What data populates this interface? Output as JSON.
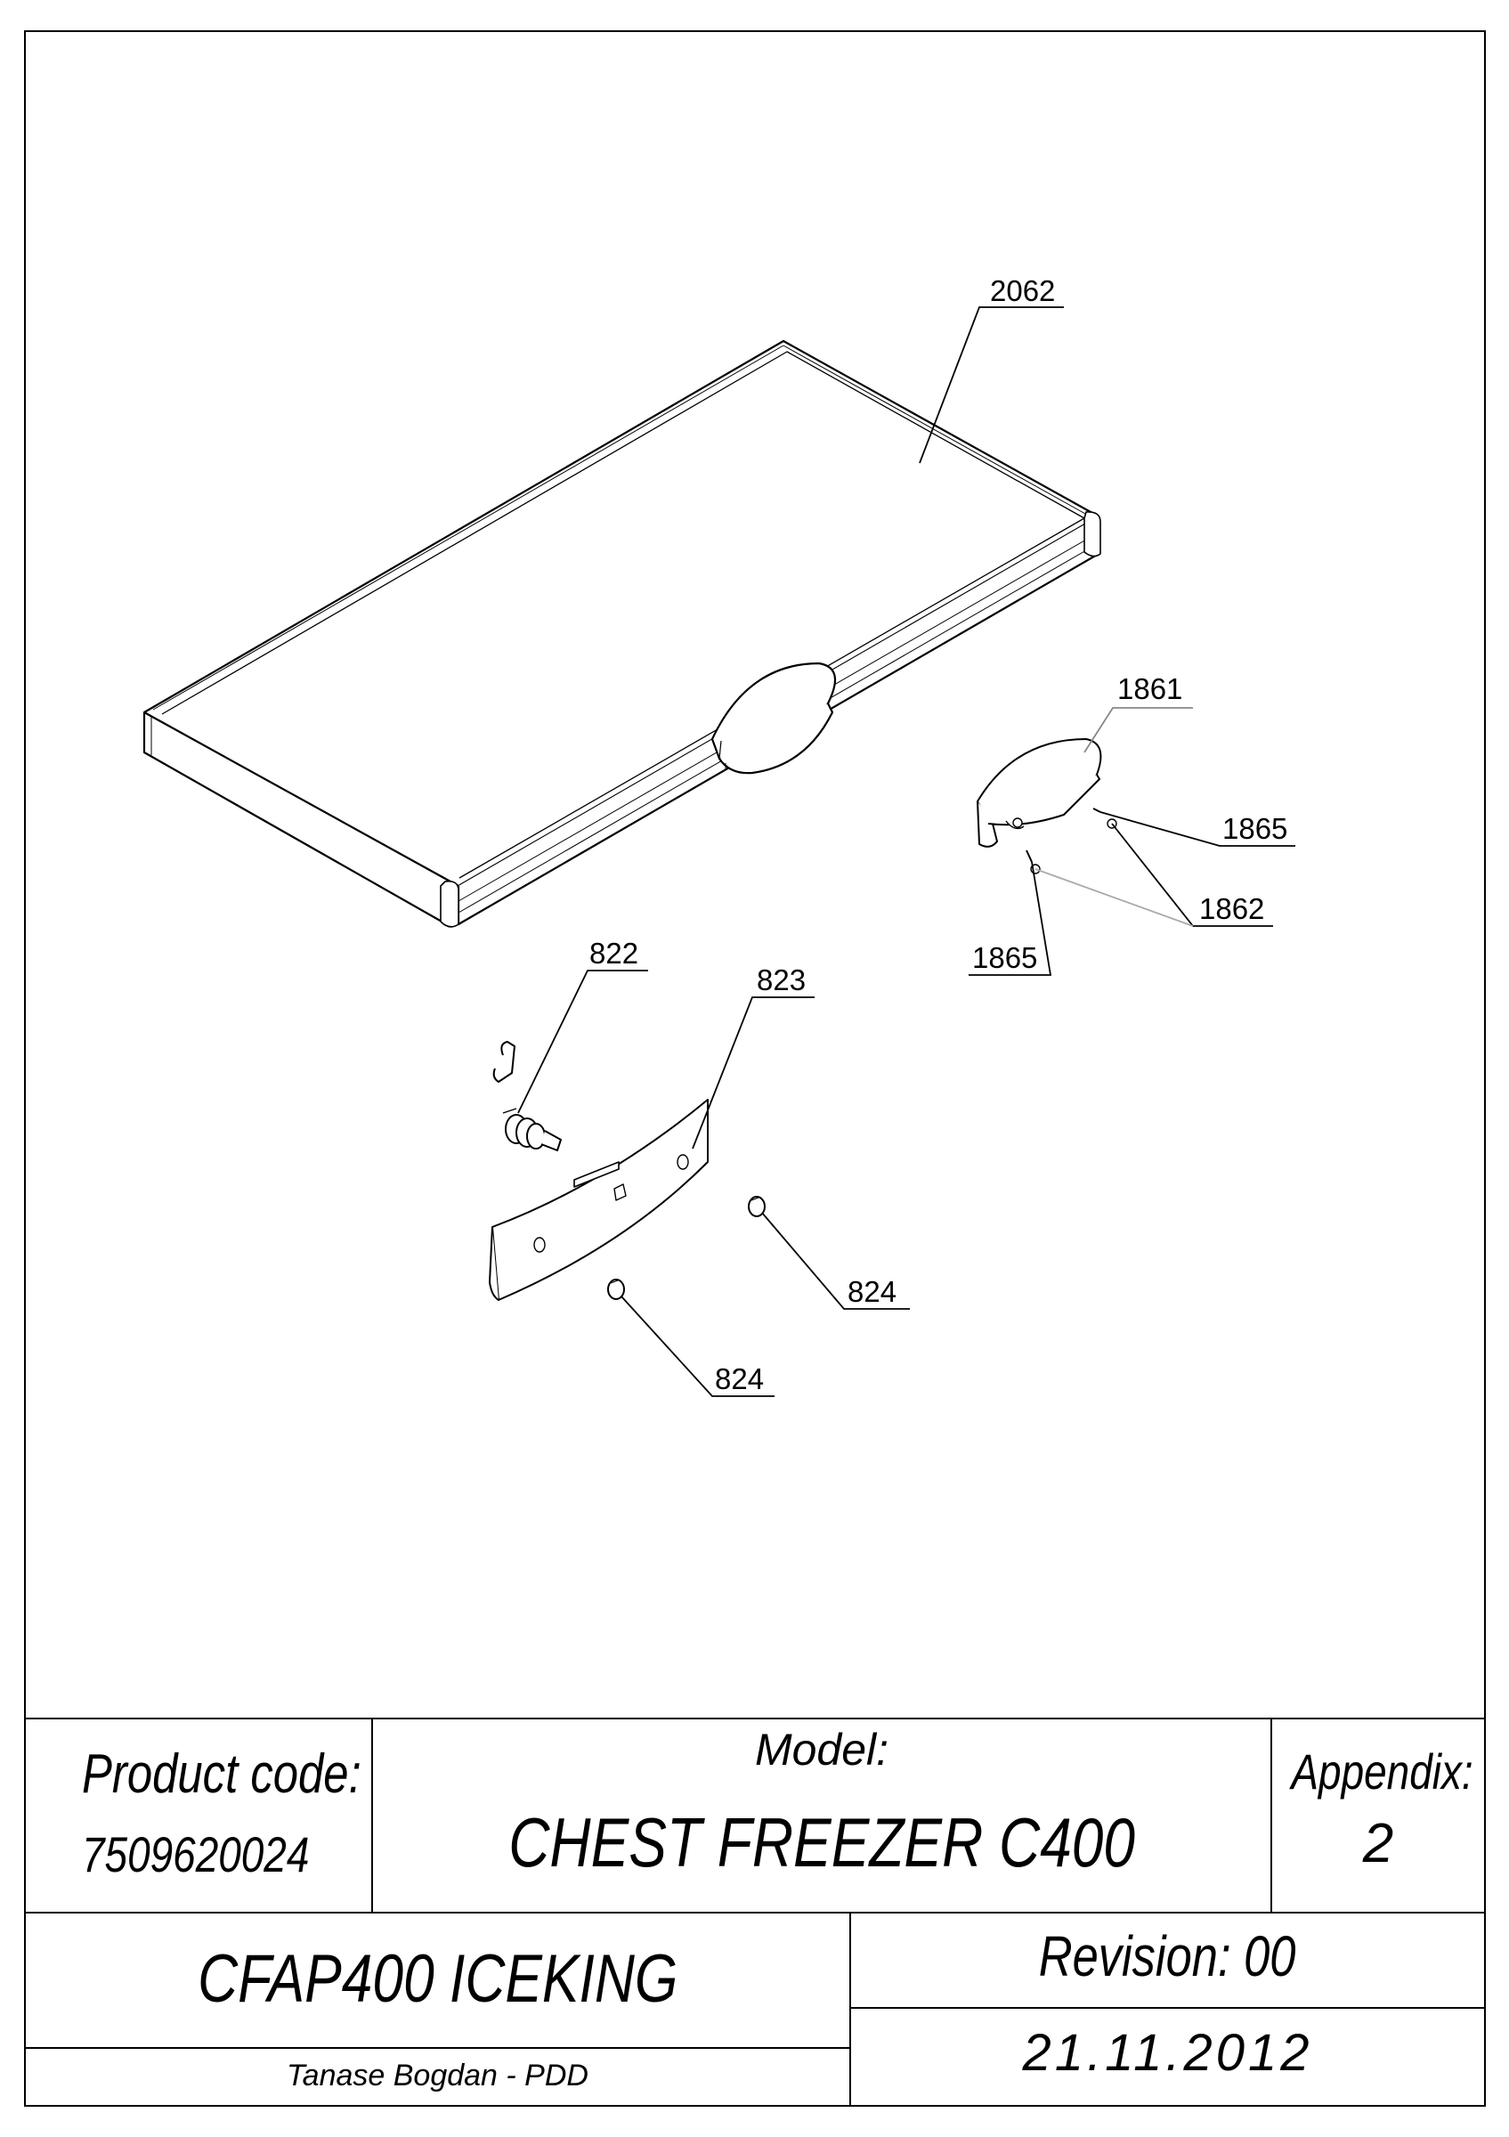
{
  "callouts": [
    {
      "id": "2062",
      "text": "2062"
    },
    {
      "id": "1861",
      "text": "1861"
    },
    {
      "id": "1865a",
      "text": "1865"
    },
    {
      "id": "1862",
      "text": "1862"
    },
    {
      "id": "1865b",
      "text": "1865"
    },
    {
      "id": "822",
      "text": "822"
    },
    {
      "id": "823",
      "text": "823"
    },
    {
      "id": "824a",
      "text": "824"
    },
    {
      "id": "824b",
      "text": "824"
    }
  ],
  "title_block": {
    "product_code_label": "Product code:",
    "product_code": "7509620024",
    "model_label": "Model:",
    "model": "CHEST FREEZER C400",
    "appendix_label": "Appendix:",
    "appendix": "2",
    "name": "CFAP400 ICEKING",
    "revision": "Revision: 00",
    "author": "Tanase Bogdan - PDD",
    "date": "21.11.2012"
  }
}
